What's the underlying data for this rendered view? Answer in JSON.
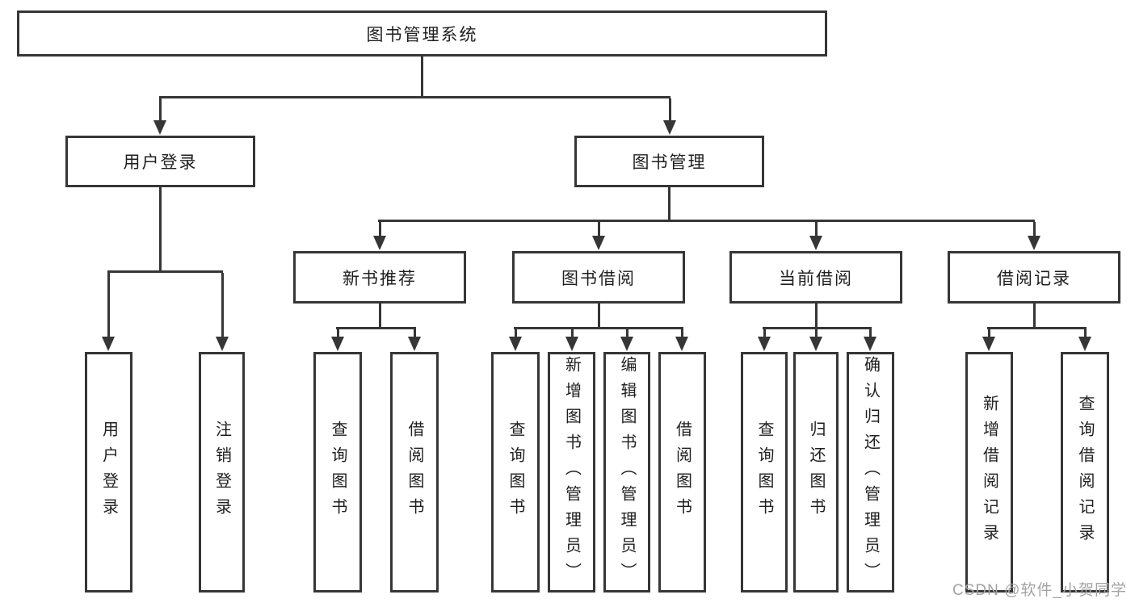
{
  "diagram": {
    "root": {
      "label": "图书管理系统"
    },
    "branches": [
      {
        "label": "用户登录",
        "children": [
          "用户登录",
          "注销登录"
        ]
      },
      {
        "label": "图书管理",
        "groups": [
          {
            "label": "新书推荐",
            "children": [
              "查询图书",
              "借阅图书"
            ]
          },
          {
            "label": "图书借阅",
            "children": [
              "查询图书",
              "新增图书（管理员）",
              "编辑图书（管理员）",
              "借阅图书"
            ]
          },
          {
            "label": "当前借阅",
            "children": [
              "查询图书",
              "归还图书",
              "确认归还（管理员）"
            ]
          },
          {
            "label": "借阅记录",
            "children": [
              "新增借阅记录",
              "查询借阅记录"
            ]
          }
        ]
      }
    ]
  },
  "colors": {
    "line": "#363636",
    "text": "#1f1f1f",
    "watermark": "#a3a3a3",
    "background": "#ffffff"
  },
  "watermark": {
    "text": "CSDN @软件_小贺同学"
  }
}
